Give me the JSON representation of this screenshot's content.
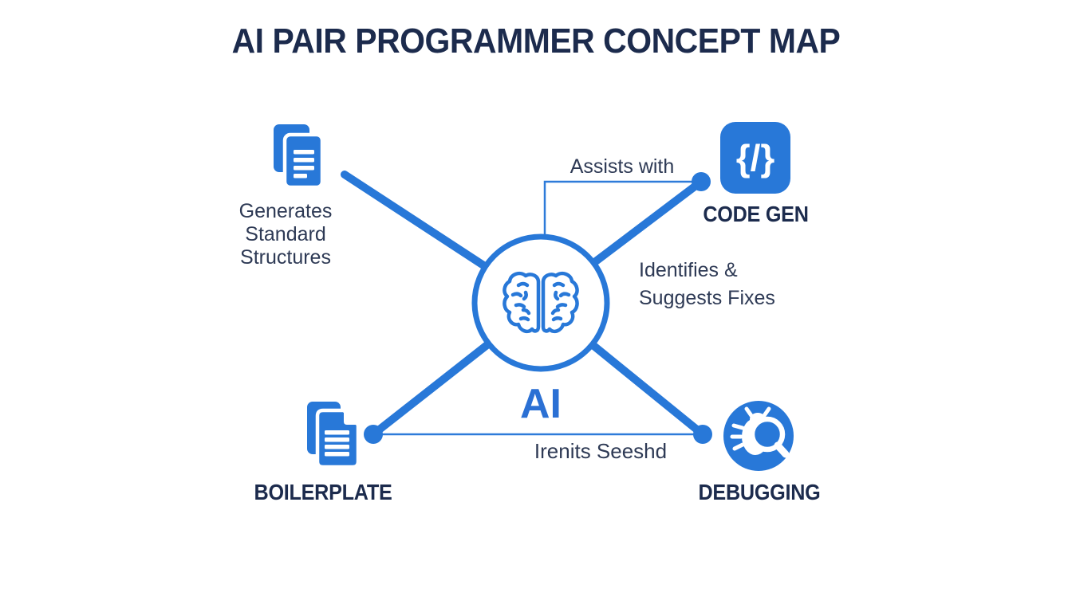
{
  "title": "AI PAIR PROGRAMMER CONCEPT MAP",
  "colors": {
    "accent_blue": "#2878d8",
    "navy_text": "#1c2b4d",
    "body_text": "#2e3a55",
    "background": "#ffffff"
  },
  "center": {
    "label": "AI",
    "icon": "brain-icon"
  },
  "nodes": {
    "generates": {
      "icon": "document-stack-icon",
      "lines": [
        "Generates Standard",
        "Structures"
      ]
    },
    "code_gen": {
      "icon": "code-brackets-icon",
      "glyph": "{/}",
      "label": "CODE GEN"
    },
    "boilerplate": {
      "icon": "document-copy-icon",
      "label": "BOILERPLATE"
    },
    "debugging": {
      "icon": "bug-magnifier-icon",
      "label": "DEBUGGING"
    }
  },
  "edge_labels": {
    "assists_with": "Assists with",
    "identifies": {
      "lines": [
        "Identifies &",
        "Suggests Fixes"
      ]
    },
    "bottom_edge": "Irenits Seeshd"
  }
}
